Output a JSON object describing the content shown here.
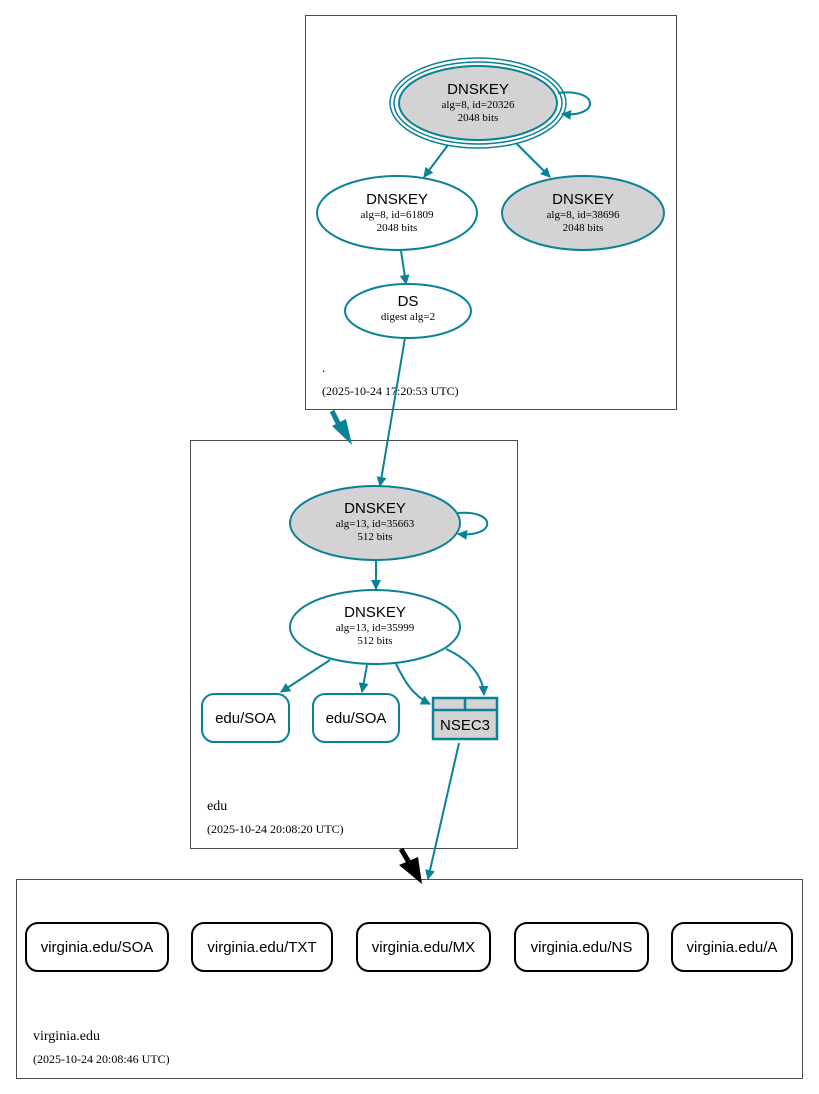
{
  "colors": {
    "edge": "#0a8296",
    "node_fill_gray": "#d3d3d3",
    "zone_border": "#4d4d4d",
    "delegation_black": "#000000"
  },
  "zones": {
    "root": {
      "name": ".",
      "timestamp": "(2025-10-24 17:20:53 UTC)"
    },
    "edu": {
      "name": "edu",
      "timestamp": "(2025-10-24 20:08:20 UTC)"
    },
    "virginia": {
      "name": "virginia.edu",
      "timestamp": "(2025-10-24 20:08:46 UTC)"
    }
  },
  "nodes": {
    "root_ksk": {
      "title": "DNSKEY",
      "line1": "alg=8, id=20326",
      "line2": "2048 bits"
    },
    "root_zsk": {
      "title": "DNSKEY",
      "line1": "alg=8, id=61809",
      "line2": "2048 bits"
    },
    "root_key3": {
      "title": "DNSKEY",
      "line1": "alg=8, id=38696",
      "line2": "2048 bits"
    },
    "edu_ds": {
      "title": "DS",
      "line1": "digest alg=2"
    },
    "edu_ksk": {
      "title": "DNSKEY",
      "line1": "alg=13, id=35663",
      "line2": "512 bits"
    },
    "edu_zsk": {
      "title": "DNSKEY",
      "line1": "alg=13, id=35999",
      "line2": "512 bits"
    },
    "edu_soa_1": {
      "label": "edu/SOA"
    },
    "edu_soa_2": {
      "label": "edu/SOA"
    },
    "edu_nsec3": {
      "label": "NSEC3"
    },
    "va_soa": {
      "label": "virginia.edu/SOA"
    },
    "va_txt": {
      "label": "virginia.edu/TXT"
    },
    "va_mx": {
      "label": "virginia.edu/MX"
    },
    "va_ns": {
      "label": "virginia.edu/NS"
    },
    "va_a": {
      "label": "virginia.edu/A"
    }
  }
}
